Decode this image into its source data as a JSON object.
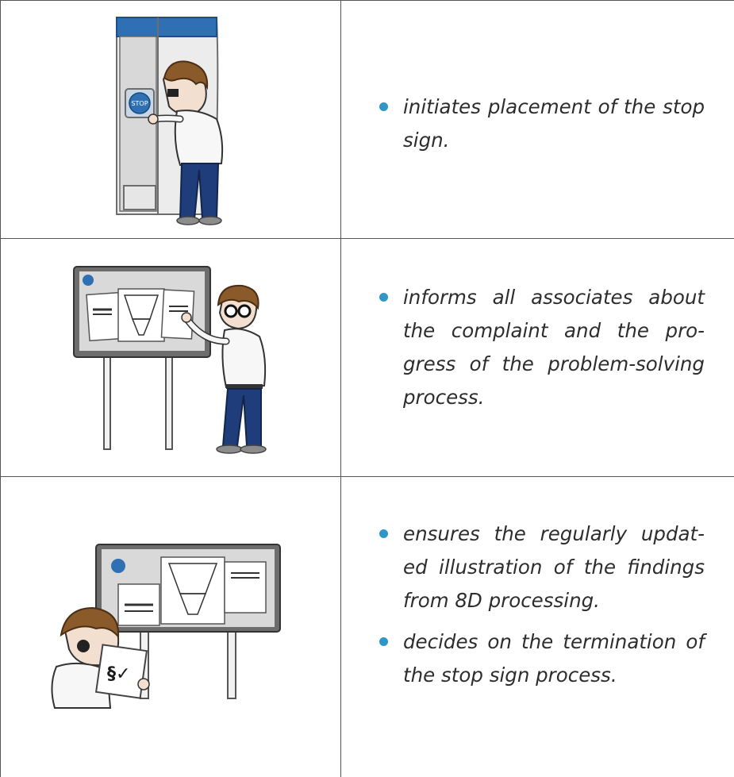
{
  "rows": [
    {
      "illustration": "associate-pressing-stop-button",
      "bullets": [
        "initiates placement of the stop sign."
      ]
    },
    {
      "illustration": "associate-presenting-board",
      "bullets": [
        "informs all associates about the complaint and the pro-gress of the problem-solving process."
      ]
    },
    {
      "illustration": "associate-with-checklist-at-board",
      "bullets": [
        "ensures the regularly updat-ed illustration of the findings from 8D processing.",
        "decides on the termination of the stop sign process."
      ]
    }
  ],
  "stop_label": "STOP",
  "checklist_symbols": "§✓",
  "colors": {
    "accent": "#2f97c8",
    "border": "#555555",
    "machine_top": "#2f6fb3",
    "jeans": "#1f3d7a"
  }
}
